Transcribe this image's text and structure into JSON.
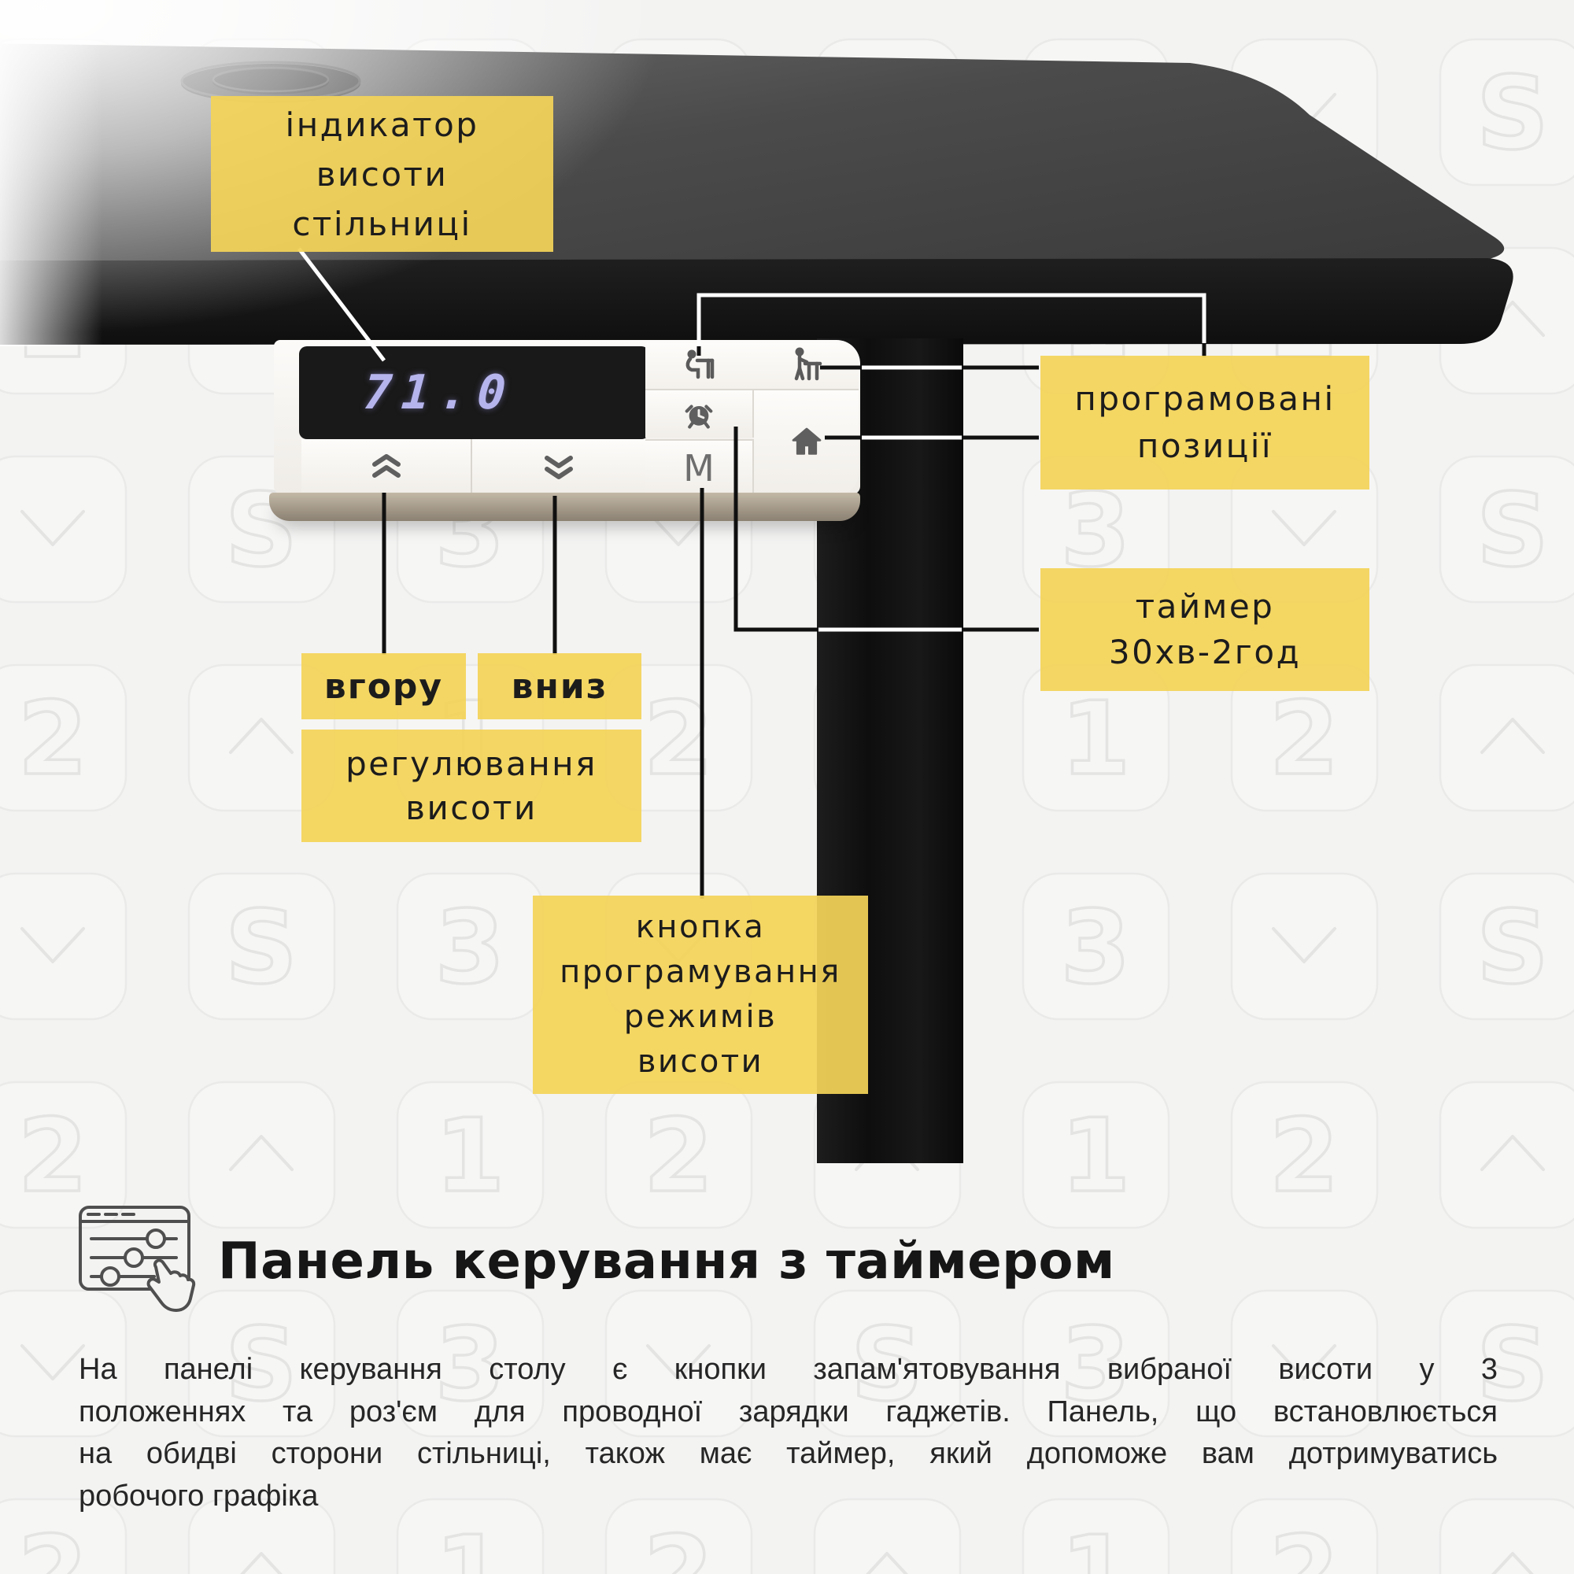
{
  "colors": {
    "background": "#f3f3f2",
    "callout_yellow": "#f3d358",
    "desk_top": "#4a4a4a",
    "desk_front": "#161616",
    "leg": "#121212",
    "panel_body": "#faf8f6",
    "panel_rim": "#a89e8e",
    "display_digits": "#b6b4ec",
    "text": "#1c1c1c"
  },
  "control_panel": {
    "display_value": "71.0",
    "memory_button_label": "M",
    "icons": [
      "chevron-double-up-icon",
      "chevron-double-down-icon",
      "sit-position-icon",
      "stand-position-icon",
      "alarm-timer-icon",
      "home-position-icon"
    ]
  },
  "callout_boxes": {
    "indicator": {
      "lines": [
        "індикатор",
        "висоти",
        "стільниці"
      ]
    },
    "positions": {
      "lines": [
        "програмовані",
        "позиції"
      ]
    },
    "timer": {
      "lines": [
        "таймер",
        "30хв-2год"
      ]
    },
    "up": {
      "label": "вгору"
    },
    "down": {
      "label": "вниз"
    },
    "adjust": {
      "lines": [
        "регулювання",
        "висоти"
      ]
    },
    "mode": {
      "lines": [
        "кнопка",
        "програмування",
        "режимів",
        "висоти"
      ]
    }
  },
  "footer": {
    "heading": "Панель керування з таймером",
    "icon": "control-panel-hand-icon",
    "paragraph_lines": [
      "На панелі керування столу є кнопки запам'ятовування вибраної висоти у 3",
      "положеннях та роз'єм для проводної зарядки гаджетів. Панель, що встановлюється",
      "на обидві сторони стільниці, також має таймер, який допоможе вам дотримуватись",
      "робочого графіка"
    ]
  },
  "watermark_glyphs": [
    "chevron-down",
    "S",
    "3",
    "2",
    "chevron-up",
    "1"
  ]
}
